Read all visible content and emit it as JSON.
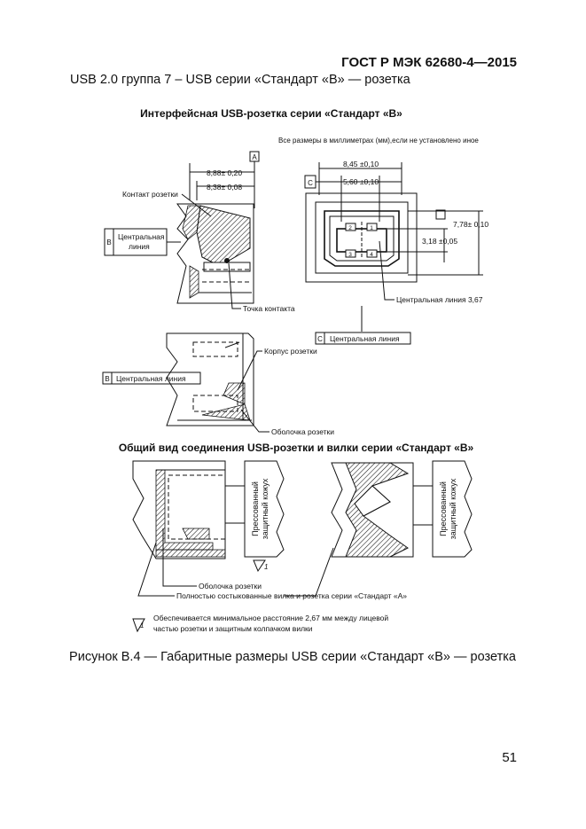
{
  "header": {
    "standard": "ГОСТ Р МЭК 62680-4—2015",
    "subtitle": "USB 2.0 группа 7 – USB серии «Стандарт «В» — розетка"
  },
  "figure": {
    "section1_title": "Интерфейсная USB-розетка серии «Стандарт «В»",
    "units_note": "Все размеры в миллиметрах (мм),если не установлено иное",
    "datum_a": "A",
    "datum_b": "B",
    "datum_c": "C",
    "dim_888": "8,88± 0,20",
    "dim_838": "8,38± 0,08",
    "dim_845": "8,45 ±0,10",
    "dim_560": "5,60 ±0,10",
    "dim_778": "7,78± 0,10",
    "dim_318": "3,18 ±0,05",
    "label_contact": "Контакт розетки",
    "label_centerline_1": "Центральная",
    "label_centerline_2": "линия",
    "label_contact_point": "Точка контакта",
    "label_centerline_367": "Центральная линия 3,67",
    "label_centerline": "Центральная линия",
    "label_housing": "Корпус розетки",
    "label_shell": "Оболочка розетки",
    "pin_1": "1",
    "pin_2": "2",
    "pin_3": "3",
    "pin_4": "4",
    "section2_title": "Общий вид соединения USB-розетки и вилки серии «Стандарт «В»",
    "overmold_1": "Прессованный",
    "overmold_2": "защитный кожух",
    "note_number": "1",
    "label_mated": "Полностью состыкованные вилка и розетка серии «Стандарт «А»",
    "note_line1": "Обеспечивается минимальное расстояние 2,67 мм между лицевой",
    "note_line2": "частью розетки и защитным колпачком вилки"
  },
  "caption": "Рисунок В.4 — Габаритные размеры USB серии «Стандарт «В» — розетка",
  "page_number": "51"
}
